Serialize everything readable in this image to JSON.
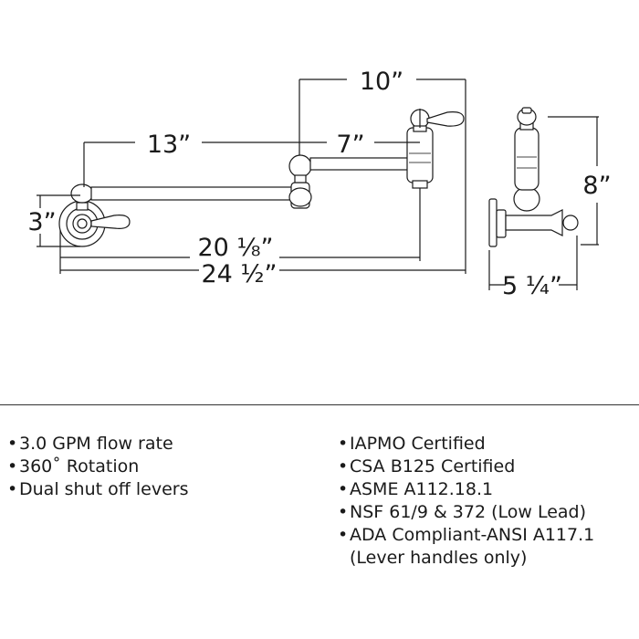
{
  "dimensions": {
    "top_total": "10”",
    "upper_arm": "13”",
    "lower_arm": "7”",
    "wall_height": "3”",
    "reach_spout": "20 ⅛”",
    "reach_total": "24 ½”",
    "side_height": "8”",
    "side_depth": "5 ¼”"
  },
  "specs_left": [
    "3.0 GPM flow rate",
    "360˚ Rotation",
    "Dual shut off levers"
  ],
  "specs_right": [
    "IAPMO Certified",
    "CSA B125 Certified",
    "ASME A112.18.1",
    "NSF 61/9 & 372 (Low Lead)",
    "ADA Compliant-ANSI A117.1"
  ],
  "specs_right_continuation": "(Lever handles only)"
}
